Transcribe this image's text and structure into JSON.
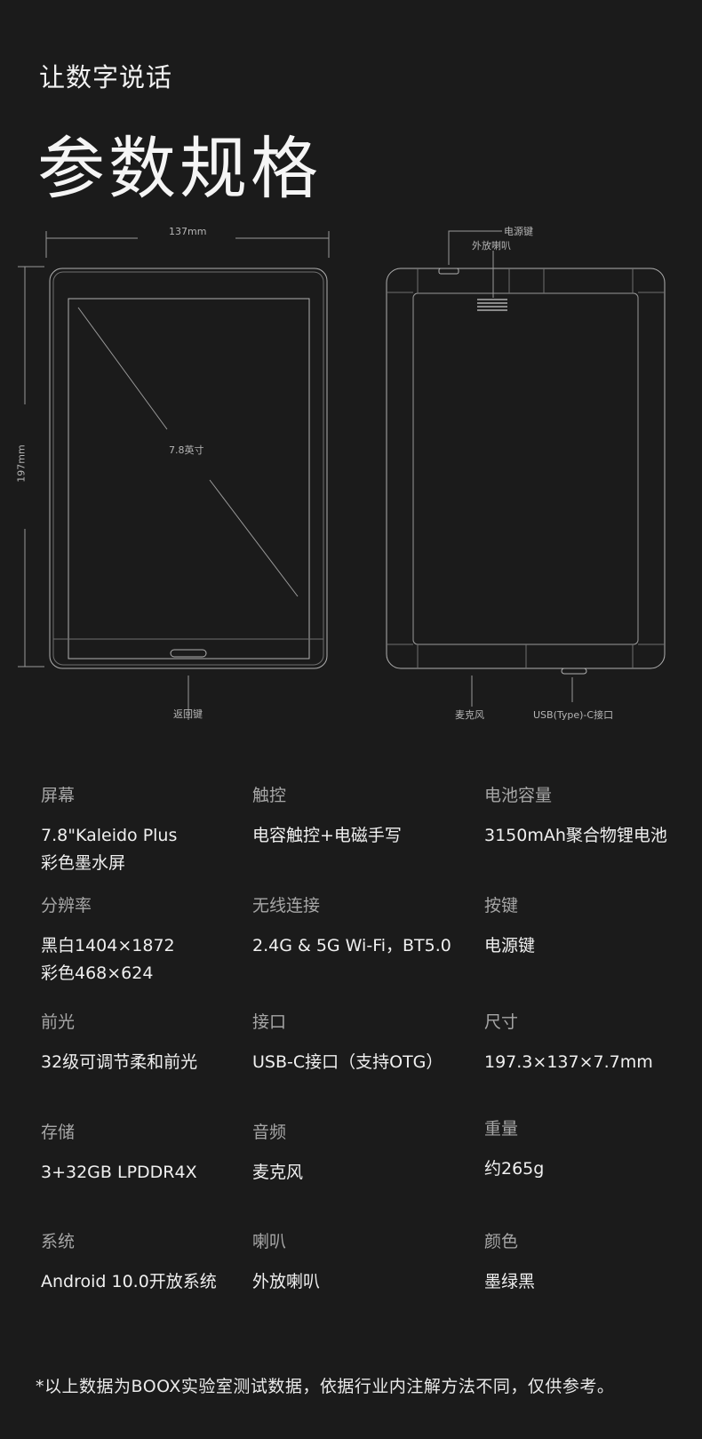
{
  "header": {
    "subtitle": "让数字说话",
    "title": "参数规格"
  },
  "diagram": {
    "width_label": "137mm",
    "height_label": "197mm",
    "screen_label": "7.8英寸",
    "back_button_label": "返回键",
    "power_key_label": "电源键",
    "speaker_label": "外放喇叭",
    "mic_label": "麦克风",
    "usb_label": "USB(Type)-C接口"
  },
  "specs": [
    {
      "label": "屏幕",
      "value": "7.8\"Kaleido Plus\n彩色墨水屏"
    },
    {
      "label": "触控",
      "value": "电容触控+电磁手写"
    },
    {
      "label": "电池容量",
      "value": "3150mAh聚合物锂电池"
    },
    {
      "label": "分辨率",
      "value": "黑白1404×1872\n彩色468×624"
    },
    {
      "label": "无线连接",
      "value": "2.4G & 5G Wi-Fi，BT5.0"
    },
    {
      "label": "按键",
      "value": "电源键"
    },
    {
      "label": "前光",
      "value": "32级可调节柔和前光"
    },
    {
      "label": "接口",
      "value": "USB-C接口（支持OTG）"
    },
    {
      "label": "尺寸",
      "value": "197.3×137×7.7mm"
    },
    {
      "label": "存储",
      "value": "3+32GB LPDDR4X"
    },
    {
      "label": "音频",
      "value": "麦克风"
    },
    {
      "label": "重量",
      "value": "约265g"
    },
    {
      "label": "系统",
      "value": "Android 10.0开放系统"
    },
    {
      "label": "喇叭",
      "value": "外放喇叭"
    },
    {
      "label": "颜色",
      "value": "墨绿黑"
    }
  ],
  "footnote": "*以上数据为BOOX实验室测试数据，依据行业内注解方法不同，仅供参考。"
}
